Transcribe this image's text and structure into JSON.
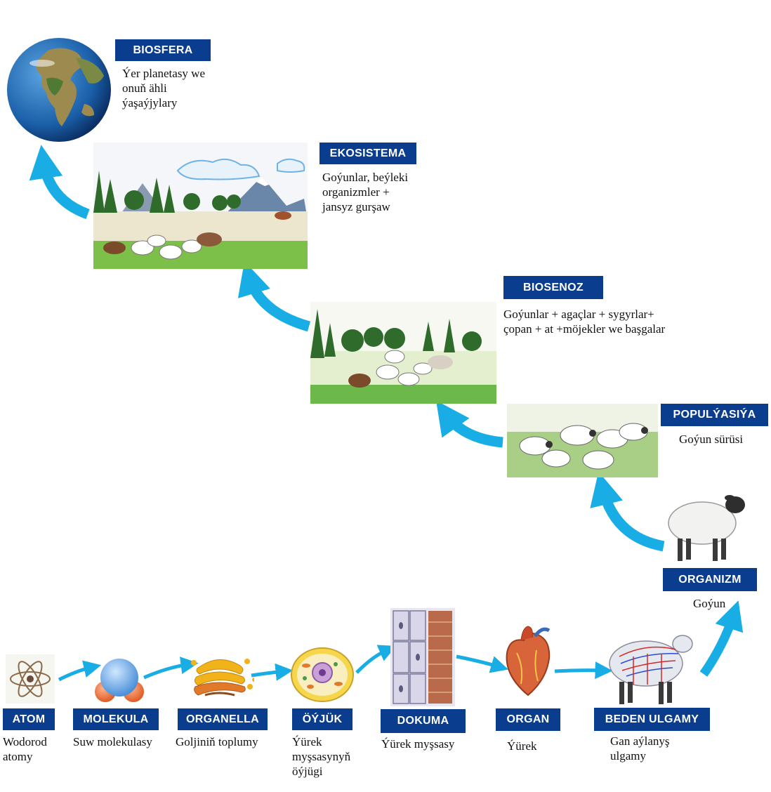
{
  "levels": {
    "biosfera": {
      "label": "BIOSFERA",
      "desc": [
        "Ýer planetasy we",
        "onuň ähli",
        "ýaşaýjylary"
      ]
    },
    "ekosistema": {
      "label": "EKOSISTEMA",
      "desc": [
        "Goýunlar, beýleki",
        "organizmler +",
        "jansyz gurşaw"
      ]
    },
    "biosenoz": {
      "label": "BIOSENOZ",
      "desc": [
        "Goýunlar + agaçlar + sygyrlar+",
        "çopan + at +möjekler we başgalar"
      ]
    },
    "populyasiya": {
      "label": "POPULÝASIÝA",
      "desc": [
        "Goýun sürüsi"
      ]
    },
    "organizm": {
      "label": "ORGANIZM",
      "desc": [
        "Goýun"
      ]
    },
    "atom": {
      "label": "ATOM",
      "desc": [
        "Wodorod",
        "atomy"
      ]
    },
    "molekula": {
      "label": "MOLEKULA",
      "desc": [
        "Suw molekulasy"
      ]
    },
    "organella": {
      "label": "ORGANELLA",
      "desc": [
        "Goljiniň toplumy"
      ]
    },
    "oyjuk": {
      "label": "ÖÝJÜK",
      "desc": [
        "Ýürek",
        "myşsasynyň",
        "öýjügi"
      ]
    },
    "dokuma": {
      "label": "DOKUMA",
      "desc": [
        "Ýürek myşsasy"
      ]
    },
    "organ": {
      "label": "ORGAN",
      "desc": [
        "Ýürek"
      ]
    },
    "beden_ulgamy": {
      "label": "BEDEN ULGAMY",
      "desc": [
        "Gan aýlanyş",
        "ulgamy"
      ]
    }
  },
  "colors": {
    "label_bg": "#0b3d8f",
    "arrow": "#18aee5",
    "text": "#111111"
  },
  "icons": [
    "earth-globe",
    "ecosystem-scene",
    "biocenosis-scene",
    "flock-scene",
    "sheep",
    "atom",
    "water-molecule",
    "golgi-apparatus",
    "cardiac-cell",
    "cardiac-tissue",
    "heart",
    "circulatory-system-sheep"
  ]
}
